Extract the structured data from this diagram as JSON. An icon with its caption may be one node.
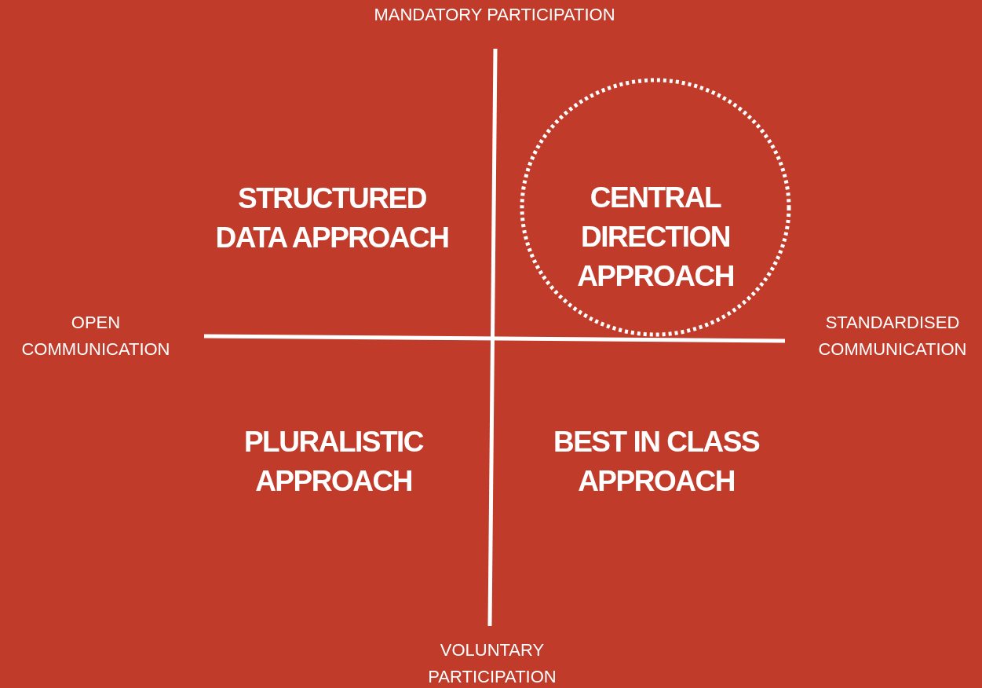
{
  "diagram": {
    "nodes": [
      {
        "text": [
          "CENTRAL DIRECTION APPROACH"
        ]
      }
    ],
    "labels": [
      "MANDATORY PARTICIPATION",
      "STRUCTURED DATA APPROACH",
      "OPEN COMMUNICATION",
      "STANDARDISED COMMUNICATION",
      "PLURALISTIC APPROACH",
      "BEST IN CLASS APPROACH",
      "VOLUNTARY PARTICIPATION"
    ]
  }
}
